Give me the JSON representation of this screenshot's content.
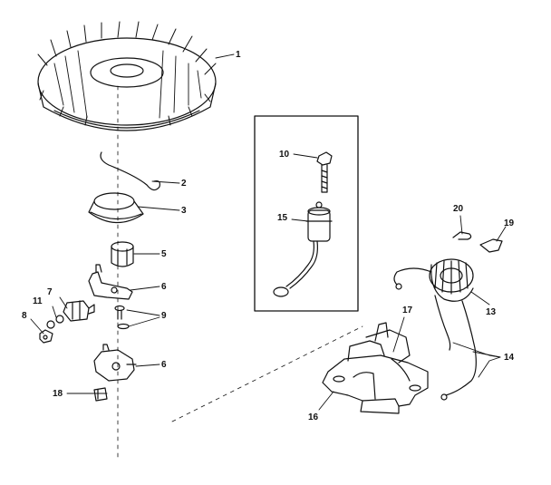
{
  "labels": {
    "n1": "1",
    "n2": "2",
    "n3": "3",
    "n5": "5",
    "n6a": "6",
    "n6b": "6",
    "n7": "7",
    "n8": "8",
    "n9": "9",
    "n10": "10",
    "n11": "11",
    "n13": "13",
    "n14": "14",
    "n15": "15",
    "n16": "16",
    "n17": "17",
    "n18": "18",
    "n19": "19",
    "n20": "20"
  },
  "colors": {
    "line": "#111111",
    "background": "#ffffff"
  }
}
